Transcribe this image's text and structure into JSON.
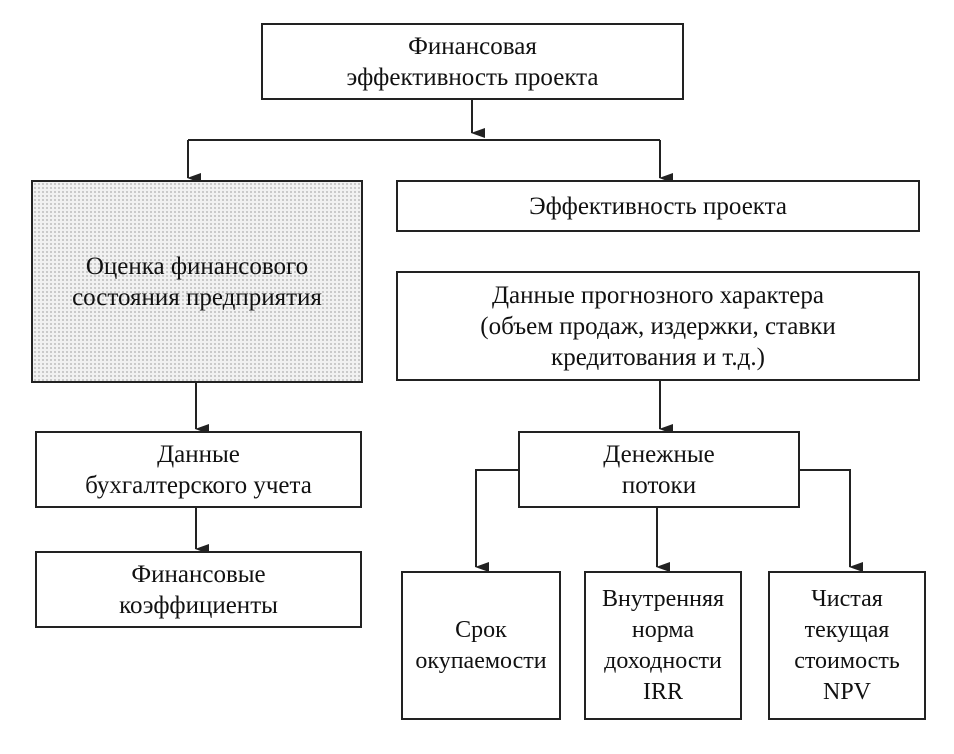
{
  "diagram": {
    "root": {
      "lines": [
        "Финансовая",
        "эффективность проекта"
      ]
    },
    "left_branch": {
      "assessment": {
        "lines": [
          "Оценка финансового",
          "состояния предприятия"
        ]
      },
      "accounting_data": {
        "lines": [
          "Данные",
          "бухгалтерского учета"
        ]
      },
      "financial_ratios": {
        "lines": [
          "Финансовые",
          "коэффициенты"
        ]
      }
    },
    "right_branch": {
      "project_efficiency": {
        "lines": [
          "Эффективность проекта"
        ]
      },
      "forecast_data": {
        "lines": [
          "Данные прогнозного характера",
          "(объем продаж, издержки, ставки",
          "кредитования и т.д.)"
        ]
      },
      "cash_flows": {
        "lines": [
          "Денежные",
          "потоки"
        ]
      },
      "payback_period": {
        "lines": [
          "Срок",
          "окупаемости"
        ]
      },
      "irr": {
        "lines": [
          "Внутренняя",
          "норма",
          "доходности",
          "IRR"
        ]
      },
      "npv": {
        "lines": [
          "Чистая",
          "текущая",
          "стоимость",
          "NPV"
        ]
      }
    },
    "colors": {
      "line": "#222222",
      "box_fill": "#ffffff",
      "shaded_fill": "#f1f1f1"
    }
  }
}
